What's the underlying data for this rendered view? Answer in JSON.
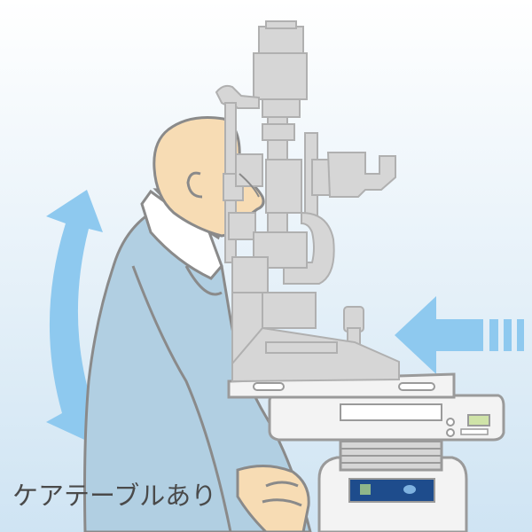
{
  "caption": "ケアテーブルあり",
  "colors": {
    "background_top": "#ffffff",
    "background_bottom": "#cfe4f3",
    "arrow": "#8ec9ef",
    "skin": "#f7dcb4",
    "suit": "#b1cfe2",
    "shirt": "#ffffff",
    "device": "#d6d6d6",
    "device_outline": "#9a9a9a",
    "table": "#f3f3f3",
    "panel": "#1e4c8c"
  },
  "icons": {
    "vertical_arrow": "double-headed-vertical-arrow",
    "horizontal_arrow": "left-arrow"
  }
}
